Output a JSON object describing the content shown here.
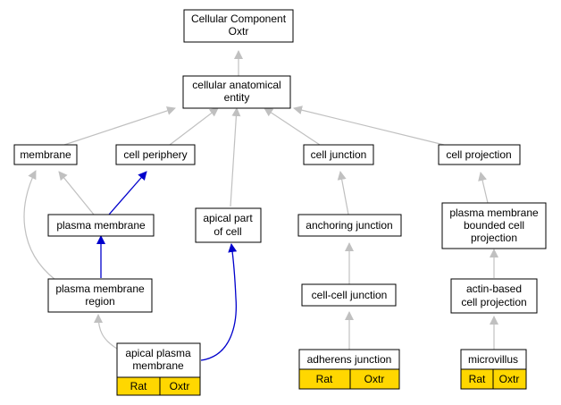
{
  "nodes": {
    "root": {
      "line1": "Cellular Component",
      "line2": "Oxtr"
    },
    "anat": {
      "line1": "cellular anatomical",
      "line2": "entity"
    },
    "membrane": {
      "line1": "membrane"
    },
    "periphery": {
      "line1": "cell periphery"
    },
    "junction": {
      "line1": "cell junction"
    },
    "projection": {
      "line1": "cell projection"
    },
    "plasma": {
      "line1": "plasma membrane"
    },
    "apicalpart": {
      "line1": "apical part",
      "line2": "of cell"
    },
    "anchoring": {
      "line1": "anchoring junction"
    },
    "pmbounded": {
      "line1": "plasma membrane",
      "line2": "bounded cell",
      "line3": "projection"
    },
    "pmregion": {
      "line1": "plasma membrane",
      "line2": "region"
    },
    "cellcell": {
      "line1": "cell-cell junction"
    },
    "actin": {
      "line1": "actin-based",
      "line2": "cell projection"
    },
    "apicalpm": {
      "line1": "apical plasma",
      "line2": "membrane",
      "cell1": "Rat",
      "cell2": "Oxtr"
    },
    "adherens": {
      "line1": "adherens junction",
      "cell1": "Rat",
      "cell2": "Oxtr"
    },
    "microvillus": {
      "line1": "microvillus",
      "cell1": "Rat",
      "cell2": "Oxtr"
    }
  },
  "colors": {
    "edge_grey": "#c0c0c0",
    "edge_blue": "#0000cc",
    "gene_fill": "#ffd700"
  }
}
